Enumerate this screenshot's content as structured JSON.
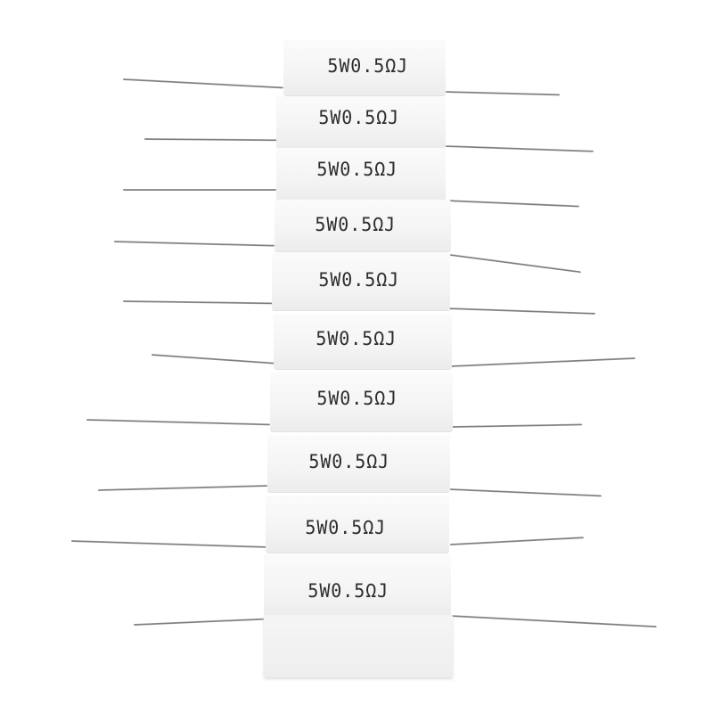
{
  "image": {
    "subject": "stack of ten ceramic cement power resistors with axial leads",
    "background_color": "#ffffff",
    "body_color": "#f4f4f4",
    "lead_color": "#8a8a8a",
    "label_color": "#2c2c2c"
  },
  "resistors": [
    {
      "label": "5W0.5ΩJ"
    },
    {
      "label": "5W0.5ΩJ"
    },
    {
      "label": "5W0.5ΩJ"
    },
    {
      "label": "5W0.5ΩJ"
    },
    {
      "label": "5W0.5ΩJ"
    },
    {
      "label": "5W0.5ΩJ"
    },
    {
      "label": "5W0.5ΩJ"
    },
    {
      "label": "5W0.5ΩJ"
    },
    {
      "label": "5W0.5ΩJ"
    },
    {
      "label": "5W0.5ΩJ"
    }
  ],
  "count": 10
}
